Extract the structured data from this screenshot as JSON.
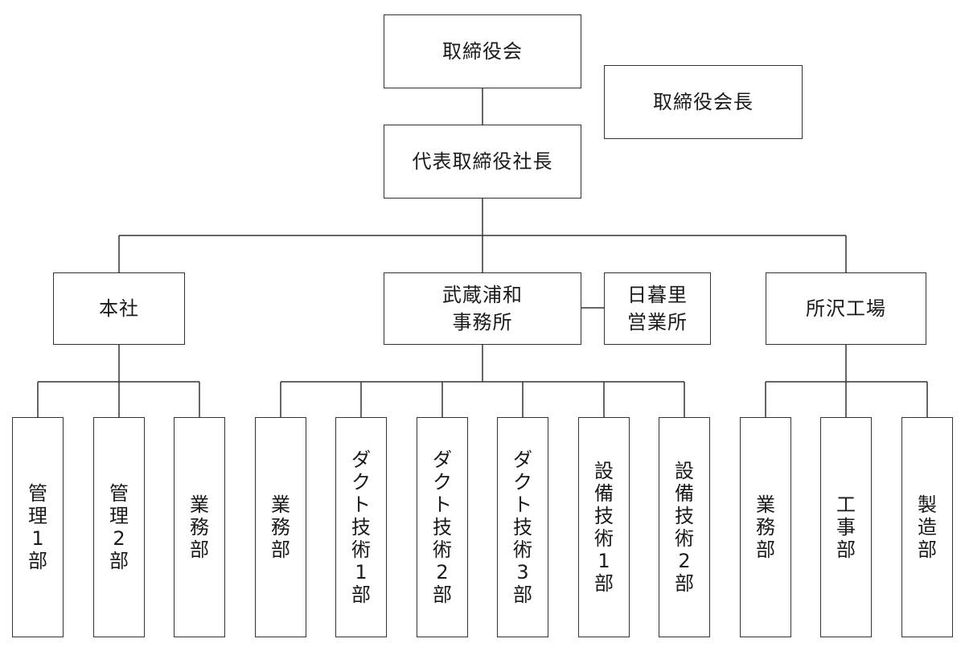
{
  "org_chart": {
    "board": "取締役会",
    "chairman": "取締役会長",
    "president": "代表取締役社長",
    "branches": {
      "head_office": {
        "name": "本社",
        "departments": [
          "管理1部",
          "管理2部",
          "業務部"
        ]
      },
      "urawa_office": {
        "name": "武蔵浦和\n事務所",
        "departments": [
          "業務部",
          "ダクト技術1部",
          "ダクト技術2部",
          "ダクト技術3部",
          "設備技術1部",
          "設備技術2部"
        ]
      },
      "nippori_office": {
        "name": "日暮里\n営業所"
      },
      "tokorozawa_factory": {
        "name": "所沢工場",
        "departments": [
          "業務部",
          "工事部",
          "製造部"
        ]
      }
    }
  }
}
